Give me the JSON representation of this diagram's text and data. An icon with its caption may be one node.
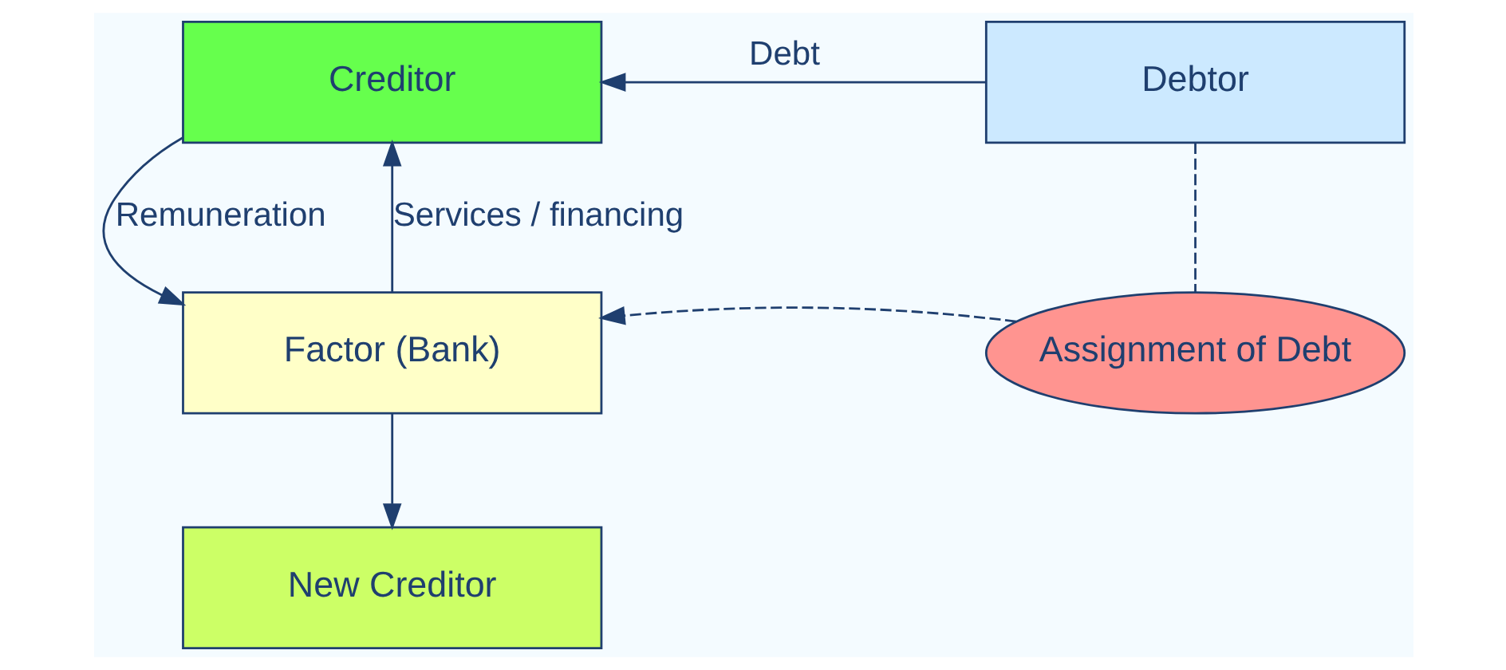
{
  "diagram": {
    "nodes": [
      {
        "text": [
          "Creditor"
        ]
      },
      {
        "text": [
          "Debtor"
        ]
      },
      {
        "text": [
          "Factor (Bank)"
        ]
      },
      {
        "text": [
          "Assignment of Debt"
        ]
      },
      {
        "text": [
          "New Creditor"
        ]
      }
    ],
    "edges": [
      {
        "from": 1,
        "to": 0,
        "arrow": "to",
        "label": "Debt"
      },
      {
        "from": 0,
        "to": 2,
        "arrow": "to",
        "label": "Remuneration"
      },
      {
        "from": 2,
        "to": 0,
        "arrow": "to",
        "label": "Services / financing"
      },
      {
        "from": 1,
        "to": 3,
        "arrow": "none",
        "style": "dashed"
      },
      {
        "from": 3,
        "to": 2,
        "arrow": "to",
        "style": "dashed"
      },
      {
        "from": 2,
        "to": 4,
        "arrow": "to"
      }
    ]
  }
}
